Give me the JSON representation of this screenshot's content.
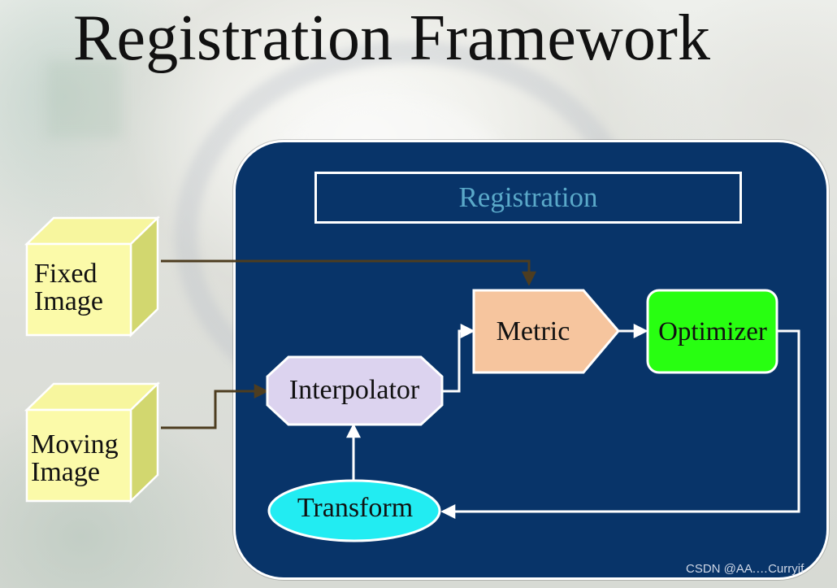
{
  "slide": {
    "title": "Registration Framework"
  },
  "panel": {
    "title": "Registration"
  },
  "inputs": {
    "fixed_image": {
      "line1": "Fixed",
      "line2": "Image"
    },
    "moving_image": {
      "line1": "Moving",
      "line2": "Image"
    }
  },
  "nodes": {
    "interpolator": "Interpolator",
    "metric": "Metric",
    "optimizer": "Optimizer",
    "transform": "Transform"
  },
  "watermark": {
    "text": "CSDN @AA.…Curryif"
  },
  "colors": {
    "panel_fill": "#083469",
    "panel_border": "#ffffff",
    "panel_title_text": "#5aa9c9",
    "cube_front": "#fbfaa9",
    "cube_top": "#f7f69e",
    "cube_side": "#d2d76f",
    "interpolator_fill": "#dcd3ef",
    "metric_fill": "#f6c59e",
    "optimizer_fill": "#28ff11",
    "transform_fill": "#22ecf2",
    "connector_dark": "#4d3d20",
    "connector_light": "#ffffff"
  },
  "icons": {
    "fixed_image": "cube-icon",
    "moving_image": "cube-icon"
  }
}
